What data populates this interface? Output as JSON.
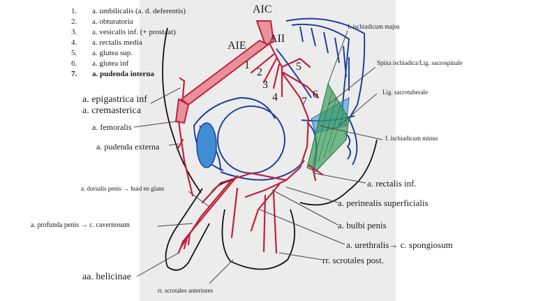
{
  "legend": {
    "items": [
      {
        "number": "1.",
        "label": "a. umbilicalis (a. d. deferentis)",
        "bold": false
      },
      {
        "number": "2.",
        "label": "a. obturatoria",
        "bold": false
      },
      {
        "number": "3.",
        "label": "a. vesicalis inf. (+ prostaat)",
        "bold": false
      },
      {
        "number": "4.",
        "label": "a. rectalis media",
        "bold": false
      },
      {
        "number": "5.",
        "label": "a. glutea sup.",
        "bold": false
      },
      {
        "number": "6.",
        "label": "a. glutea inf",
        "bold": false
      },
      {
        "number": "7.",
        "label": "a. pudenda interna",
        "bold": true
      }
    ]
  },
  "figure": {
    "vessel_abbreviations": {
      "aic": "AIC",
      "aie": "AIE",
      "aii": "AII"
    },
    "branch_numbers": [
      "1",
      "2",
      "3",
      "4",
      "5",
      "6",
      "7"
    ],
    "colors": {
      "artery": "#c0203a",
      "artery_fill": "#e8909c",
      "bone_outline": "#1e3fa0",
      "obturator_fill": "#3f8fd0",
      "ligament_green": "#2e9a55",
      "ligament_blue": "#3a8ed0",
      "background_panel": "#ececec"
    }
  },
  "labels": {
    "ischiadicum_majus": "f. ischiadicum majus",
    "spina_ischiadica": "Spina ischiadica/Lig. sacrospinale",
    "lig_sacrotuberale": "Lig. sacrotuberale",
    "ischiadicum_minus": "f. ischiadicum minus",
    "epigastrica_inf": "a. epigastrica inf",
    "cremasterica": "a. cremasterica",
    "femoralis": "a. femoralis",
    "pudenda_externa": "a. pudenda externa",
    "rectalis_inf": "a. rectalis inf.",
    "perinealis_superficialis": "a. perinealis superficialis",
    "dorsalis_penis": "a. dorsalis penis → huid en glans",
    "profunda_penis": "a. profunda penis → c. cavernosum",
    "bulbi_penis": "a. bulbi penis",
    "urethralis": "a. urethralis→ c. spongiosum",
    "scrotales_post": "rr. scrotales post.",
    "helicinae": "aa. helicinae",
    "scrotales_anteriores": "rr. scrotales anteriores"
  }
}
